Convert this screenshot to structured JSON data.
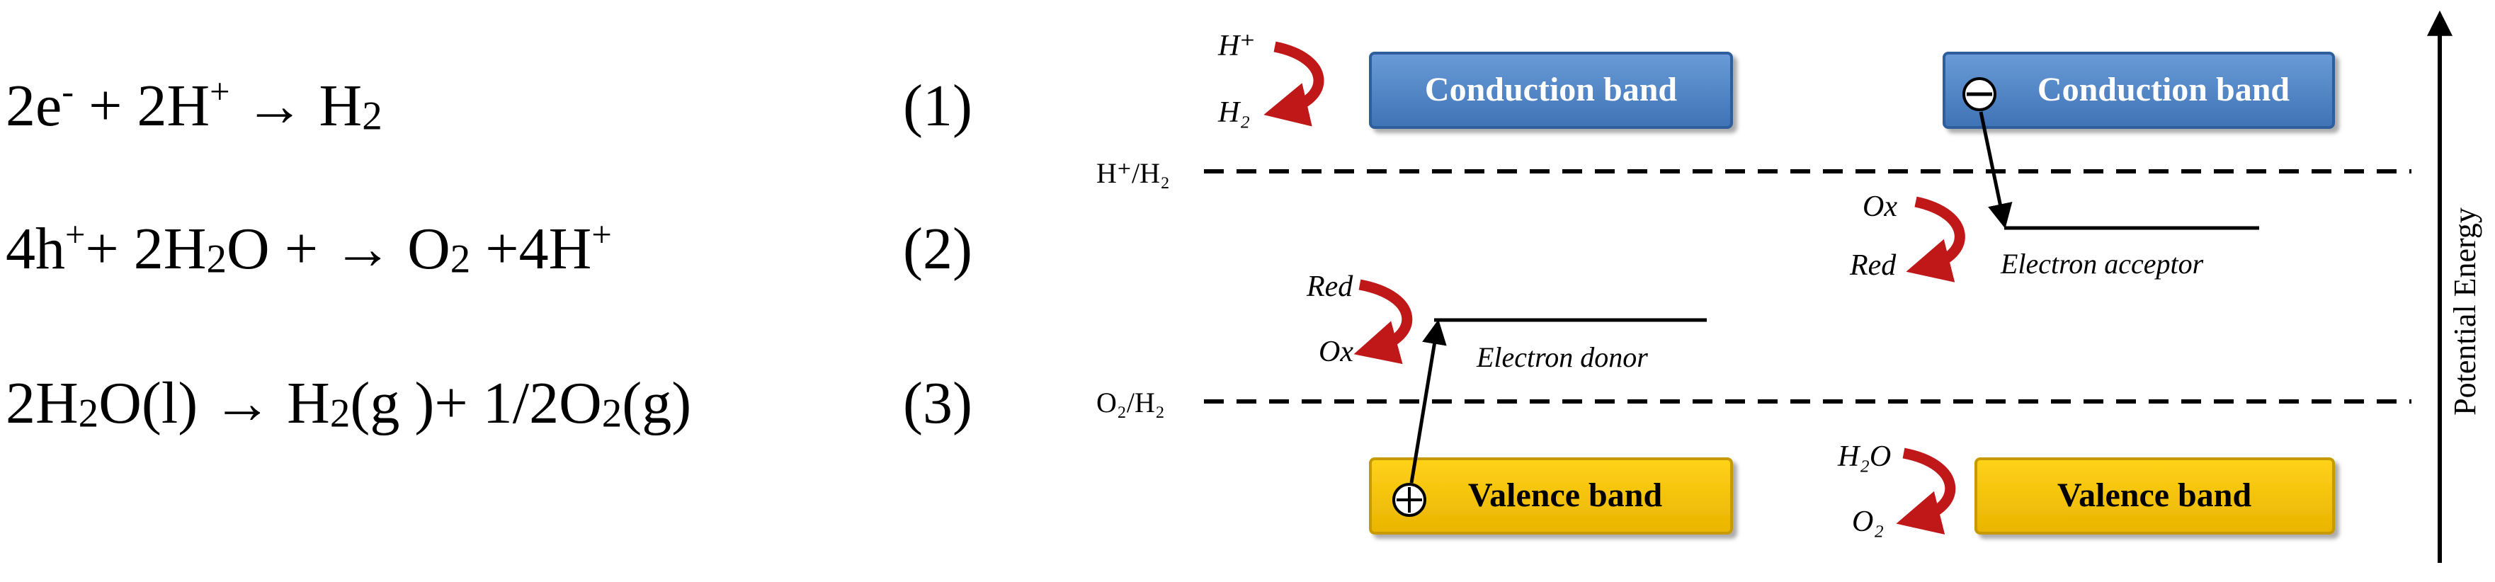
{
  "equations": [
    {
      "parts": [
        {
          "t": "2e"
        },
        {
          "t": "-",
          "sup": true
        },
        {
          "t": " + 2H"
        },
        {
          "t": "+",
          "sup": true
        },
        {
          "t": " → H"
        },
        {
          "t": "2",
          "sub": true
        }
      ],
      "number": "(1)"
    },
    {
      "parts": [
        {
          "t": "4h"
        },
        {
          "t": "+",
          "sup": true
        },
        {
          "t": "+ 2H"
        },
        {
          "t": "2",
          "sub": true
        },
        {
          "t": "O + → O"
        },
        {
          "t": "2",
          "sub": true
        },
        {
          "t": " +4H"
        },
        {
          "t": "+",
          "sup": true
        }
      ],
      "number": "(2)"
    },
    {
      "parts": [
        {
          "t": "2H"
        },
        {
          "t": "2",
          "sub": true
        },
        {
          "t": "O(l) → H"
        },
        {
          "t": "2",
          "sub": true
        },
        {
          "t": "(g )+ 1/2O"
        },
        {
          "t": "2",
          "sub": true
        },
        {
          "t": "(g)"
        }
      ],
      "number": "(3)"
    }
  ],
  "diagram": {
    "colors": {
      "conduction_fill": "#4f86c6",
      "conduction_border": "#2f5f9c",
      "valence_fill": "#f3c300",
      "valence_border": "#c79a00",
      "arrow_red": "#c01818"
    },
    "left_system": {
      "conduction_band": "Conduction band",
      "valence_band": "Valence band",
      "h_plus": "H⁺",
      "h2": "H₂",
      "red": "Red",
      "ox": "Ox",
      "electron_donor": "Electron donor",
      "hole_symbol": "⊕"
    },
    "right_system": {
      "conduction_band": "Conduction band",
      "valence_band": "Valence band",
      "ox": "Ox",
      "red": "Red",
      "electron_acceptor": "Electron acceptor",
      "h2o": "H₂O",
      "o2": "O₂",
      "electron_symbol": "⊖"
    },
    "levels": {
      "h_level": "H⁺/H₂",
      "o_level": "O₂/H₂"
    },
    "axis_label": "Potential Energy"
  }
}
